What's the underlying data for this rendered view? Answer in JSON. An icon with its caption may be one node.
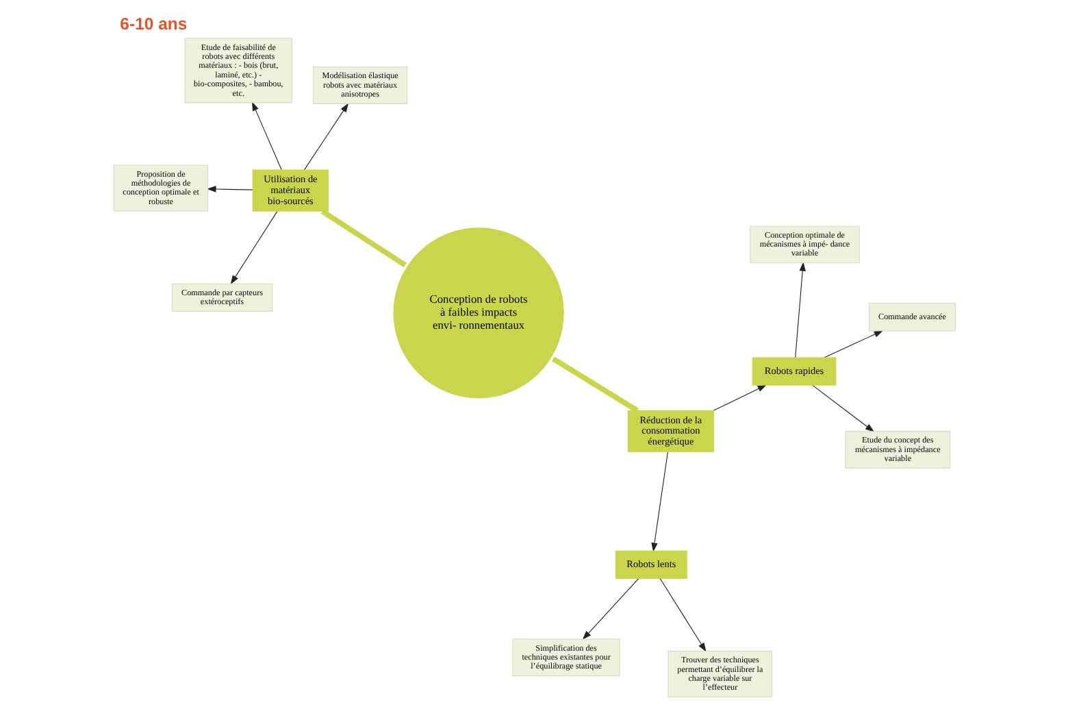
{
  "diagram": {
    "title": "6-10 ans",
    "nodes": [
      {
        "text": [
          "Conception de robots à faibles impacts envi- ronnementaux"
        ]
      },
      {
        "text": [
          "Utilisation de matériaux bio-sourcés"
        ]
      },
      {
        "text": [
          "Réduction de la consommation énergétique"
        ]
      },
      {
        "text": [
          "Etude de faisabilité de robots avec différents matériaux : - bois (brut, laminé, etc.) - bio-composites, - bambou, etc."
        ]
      },
      {
        "text": [
          "Modélisation élastique robots avec matériaux anisotropes"
        ]
      },
      {
        "text": [
          "Proposition de méthodologies de conception optimale et robuste"
        ]
      },
      {
        "text": [
          "Commande par capteurs extéroceptifs"
        ]
      },
      {
        "text": [
          "Robots lents"
        ]
      },
      {
        "text": [
          "Simplification des techniques existantes pour l’équilibrage statique"
        ]
      },
      {
        "text": [
          "Trouver des techniques permettant d’équilibrer la charge variable sur l’effecteur"
        ]
      },
      {
        "text": [
          "Robots rapides"
        ]
      },
      {
        "text": [
          "Conception optimale de mécanismes à impé- dance variable"
        ]
      },
      {
        "text": [
          "Etude du concept des mécanismes à impédance variable"
        ]
      },
      {
        "text": [
          "Commande avancée"
        ]
      }
    ],
    "edges": [
      {
        "from": 0,
        "to": 1,
        "arrow": "none",
        "style": "thick",
        "color": "#c9d64b"
      },
      {
        "from": 0,
        "to": 2,
        "arrow": "none",
        "style": "thick",
        "color": "#c9d64b"
      },
      {
        "from": 1,
        "to": 3,
        "arrow": "to"
      },
      {
        "from": 1,
        "to": 4,
        "arrow": "to"
      },
      {
        "from": 1,
        "to": 5,
        "arrow": "to"
      },
      {
        "from": 1,
        "to": 6,
        "arrow": "to"
      },
      {
        "from": 2,
        "to": 7,
        "arrow": "to"
      },
      {
        "from": 2,
        "to": 10,
        "arrow": "to"
      },
      {
        "from": 7,
        "to": 8,
        "arrow": "to"
      },
      {
        "from": 7,
        "to": 9,
        "arrow": "to"
      },
      {
        "from": 10,
        "to": 11,
        "arrow": "to"
      },
      {
        "from": 10,
        "to": 12,
        "arrow": "to"
      },
      {
        "from": 10,
        "to": 13,
        "arrow": "to"
      }
    ]
  }
}
